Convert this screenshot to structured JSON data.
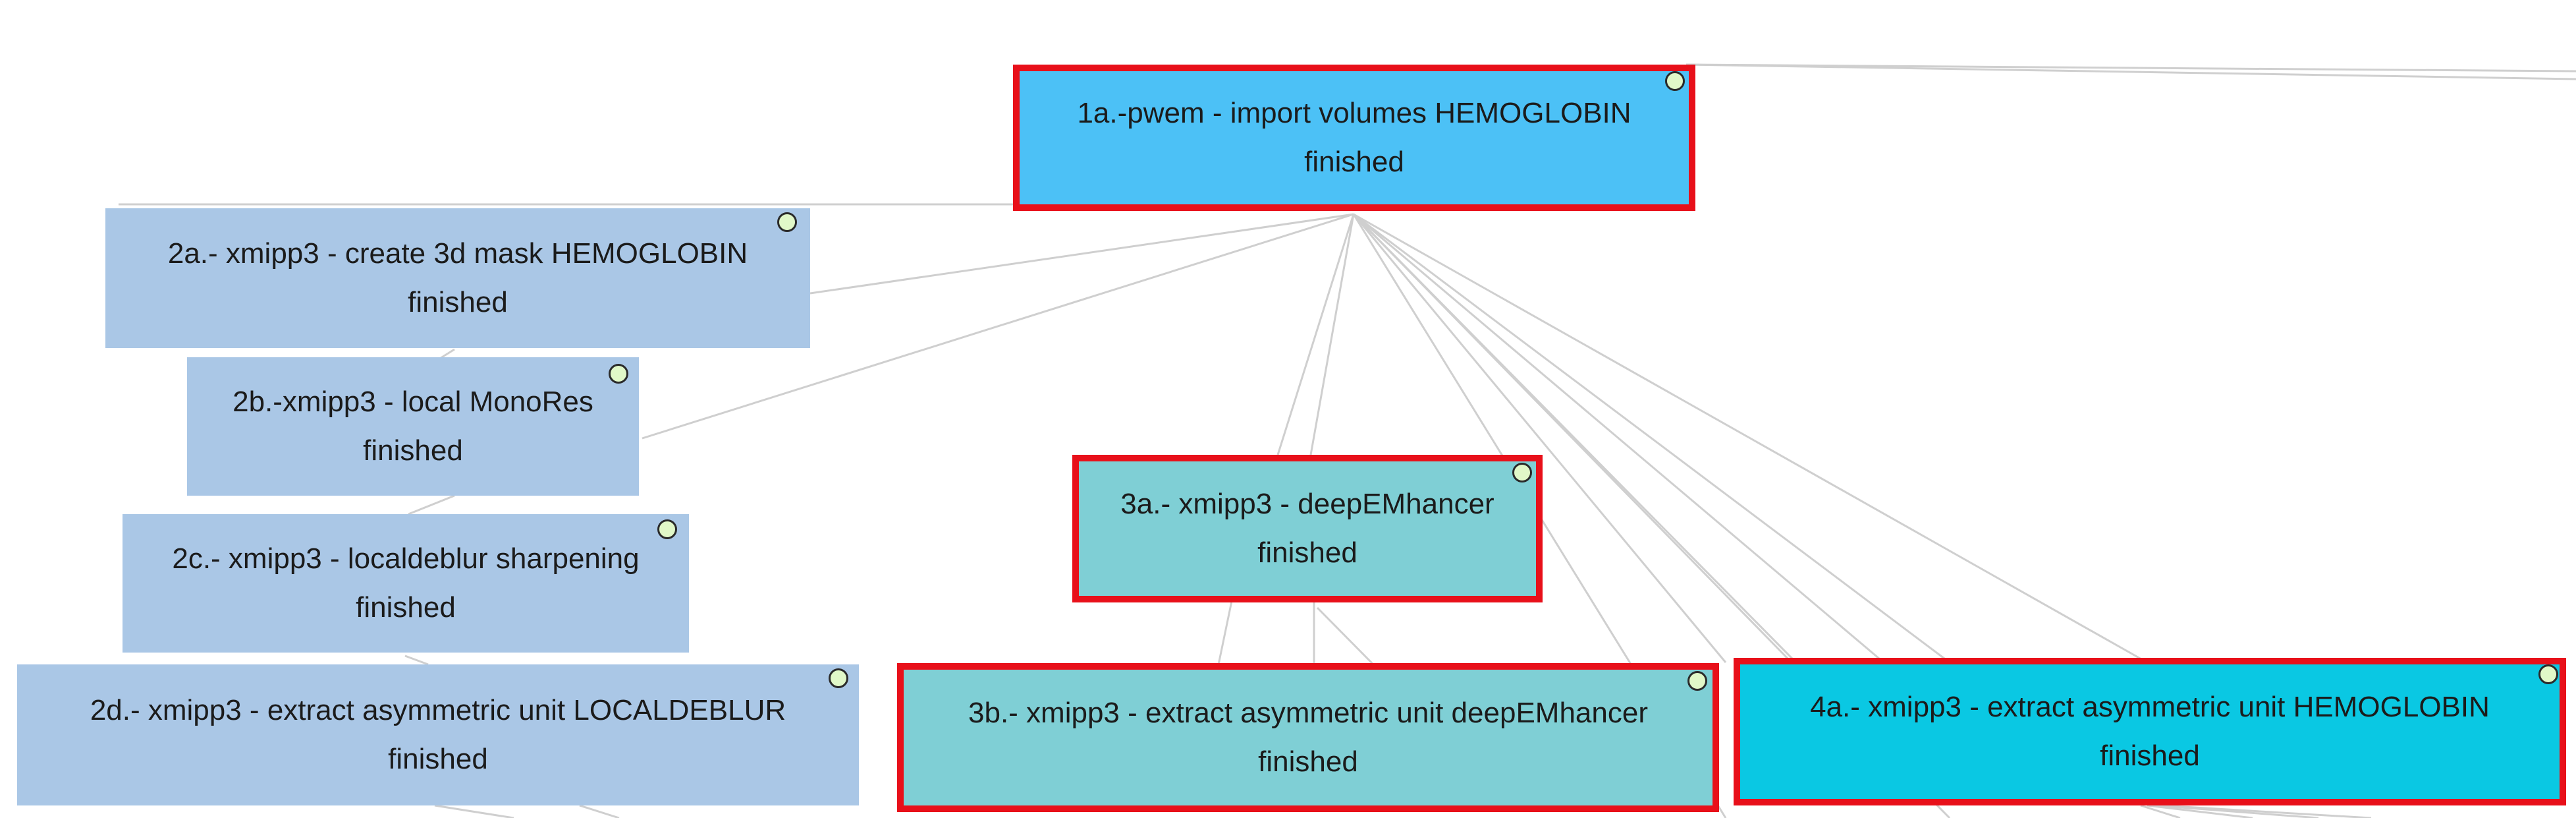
{
  "window": {
    "view": "protocol-graph"
  },
  "colors": {
    "group_import": "#4cc1f6",
    "group_analysis": "#aac7e6",
    "group_sharpen": "#7fcfd5",
    "group_extract": "#0ac8e3",
    "selected_border": "#e8101a",
    "edge": "#cfcfcf",
    "status_dot": "#e1f8c8"
  },
  "nodes": [
    {
      "id": "1a",
      "label": "1a.-pwem - import volumes HEMOGLOBIN",
      "status": "finished",
      "selected": true,
      "color_group": "group_import"
    },
    {
      "id": "2a",
      "label": "2a.- xmipp3 - create 3d mask HEMOGLOBIN",
      "status": "finished",
      "selected": false,
      "color_group": "group_analysis"
    },
    {
      "id": "2b",
      "label": "2b.-xmipp3 - local MonoRes",
      "status": "finished",
      "selected": false,
      "color_group": "group_analysis"
    },
    {
      "id": "2c",
      "label": "2c.- xmipp3 - localdeblur sharpening",
      "status": "finished",
      "selected": false,
      "color_group": "group_analysis"
    },
    {
      "id": "2d",
      "label": "2d.- xmipp3 - extract asymmetric unit LOCALDEBLUR",
      "status": "finished",
      "selected": false,
      "color_group": "group_analysis"
    },
    {
      "id": "3a",
      "label": "3a.- xmipp3 - deepEMhancer",
      "status": "finished",
      "selected": true,
      "color_group": "group_sharpen"
    },
    {
      "id": "3b",
      "label": "3b.- xmipp3 - extract asymmetric unit deepEMhancer",
      "status": "finished",
      "selected": true,
      "color_group": "group_sharpen"
    },
    {
      "id": "4a",
      "label": "4a.- xmipp3 - extract asymmetric unit HEMOGLOBIN",
      "status": "finished",
      "selected": true,
      "color_group": "group_extract"
    }
  ]
}
